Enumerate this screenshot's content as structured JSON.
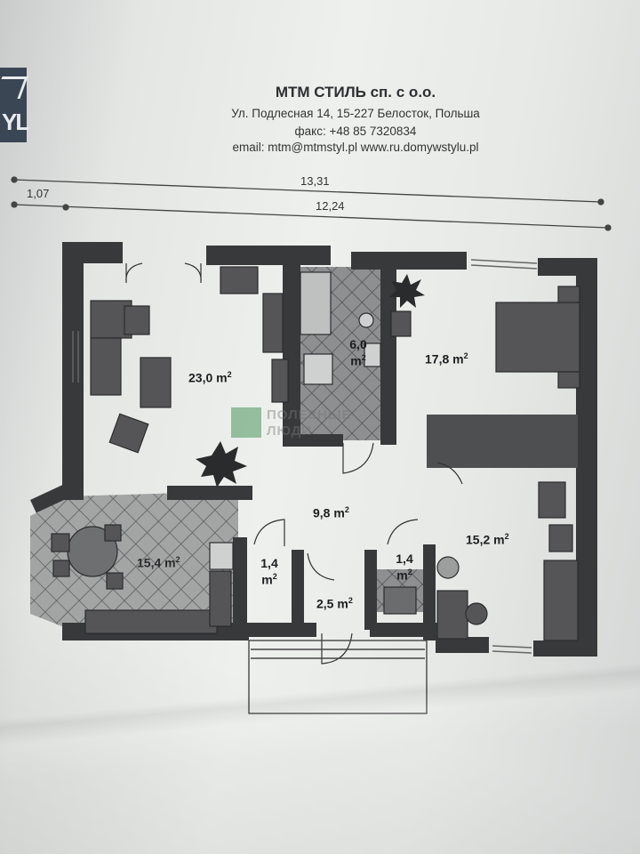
{
  "logo": {
    "text": "YL",
    "icon": "house-roof-icon"
  },
  "header": {
    "company": "МТМ СТИЛЬ сп. с о.о.",
    "address": "Ул. Подлесная 14, 15-227 Белосток, Польша",
    "fax": "факс: +48 85 7320834",
    "contact": "email: mtm@mtmstyl.pl www.ru.domywstylu.pl"
  },
  "dimensions": {
    "total": "13,31",
    "offset": "1,07",
    "inner": "12,24"
  },
  "rooms": {
    "living": {
      "value": "23,0",
      "unit": "m",
      "sup": "2"
    },
    "bathroom": {
      "value": "6,0",
      "unit": "m",
      "sup": "2"
    },
    "bedroom1": {
      "value": "17,8",
      "unit": "m",
      "sup": "2"
    },
    "hall": {
      "value": "9,8",
      "unit": "m",
      "sup": "2"
    },
    "kitchen": {
      "value": "15,4",
      "unit": "m",
      "sup": "2"
    },
    "closet_left": {
      "value": "1,4",
      "unit": "m",
      "sup": "2"
    },
    "closet_right": {
      "value": "1,4",
      "unit": "m",
      "sup": "2"
    },
    "entry": {
      "value": "2,5",
      "unit": "m",
      "sup": "2"
    },
    "bedroom2": {
      "value": "15,2",
      "unit": "m",
      "sup": "2"
    }
  },
  "watermark": {
    "line1": "ПОЛЕЗНЫЕ",
    "line2": "ЛЮДИ"
  },
  "colors": {
    "wall": "#3a3a3c",
    "tile": "#9a9c9c",
    "furniture": "#555557",
    "paper": "#e7e9e7"
  }
}
